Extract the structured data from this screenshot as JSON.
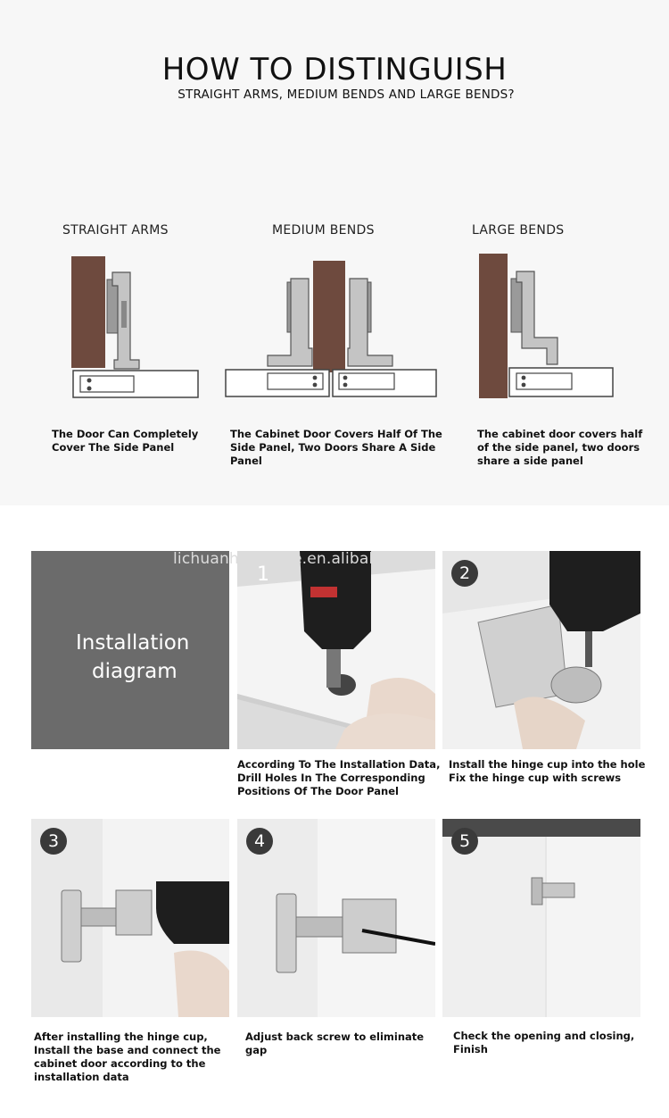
{
  "header": {
    "title": "HOW TO DISTINGUISH",
    "subtitle": "STRAIGHT ARMS, MEDIUM BENDS AND LARGE BENDS?"
  },
  "types": [
    {
      "label": "STRAIGHT ARMS",
      "desc_lines": [
        "The Door Can Completely",
        "Cover The Side Panel"
      ]
    },
    {
      "label": "MEDIUM BENDS",
      "desc_lines": [
        "The Cabinet Door Covers Half Of The",
        "Side Panel, Two Doors Share A Side",
        "Panel"
      ]
    },
    {
      "label": "LARGE BENDS",
      "desc_lines": [
        "The cabinet door covers half",
        "of the side panel, two doors",
        "share a side panel"
      ]
    }
  ],
  "watermark": "lichuanhardware.en.alibaba.com",
  "install_title_lines": [
    "Installation",
    "diagram"
  ],
  "steps": [
    {
      "num": "1",
      "lines": [
        "According To The Installation Data,",
        "Drill Holes In The Corresponding",
        "Positions Of The Door Panel"
      ]
    },
    {
      "num": "2",
      "lines": [
        "Install the hinge cup into the hole",
        "Fix the hinge cup with screws"
      ]
    },
    {
      "num": "3",
      "lines": [
        "After installing the hinge cup,",
        "Install the base and connect the",
        "cabinet door according to the",
        "installation data"
      ]
    },
    {
      "num": "4",
      "lines": [
        "Adjust back screw to eliminate",
        "gap"
      ]
    },
    {
      "num": "5",
      "lines": [
        "Check the opening and closing,",
        "Finish"
      ]
    }
  ],
  "colors": {
    "wood": "#6e4a3e",
    "install_box": "#6b6b6b",
    "step_badge": "#3a3a3a"
  }
}
